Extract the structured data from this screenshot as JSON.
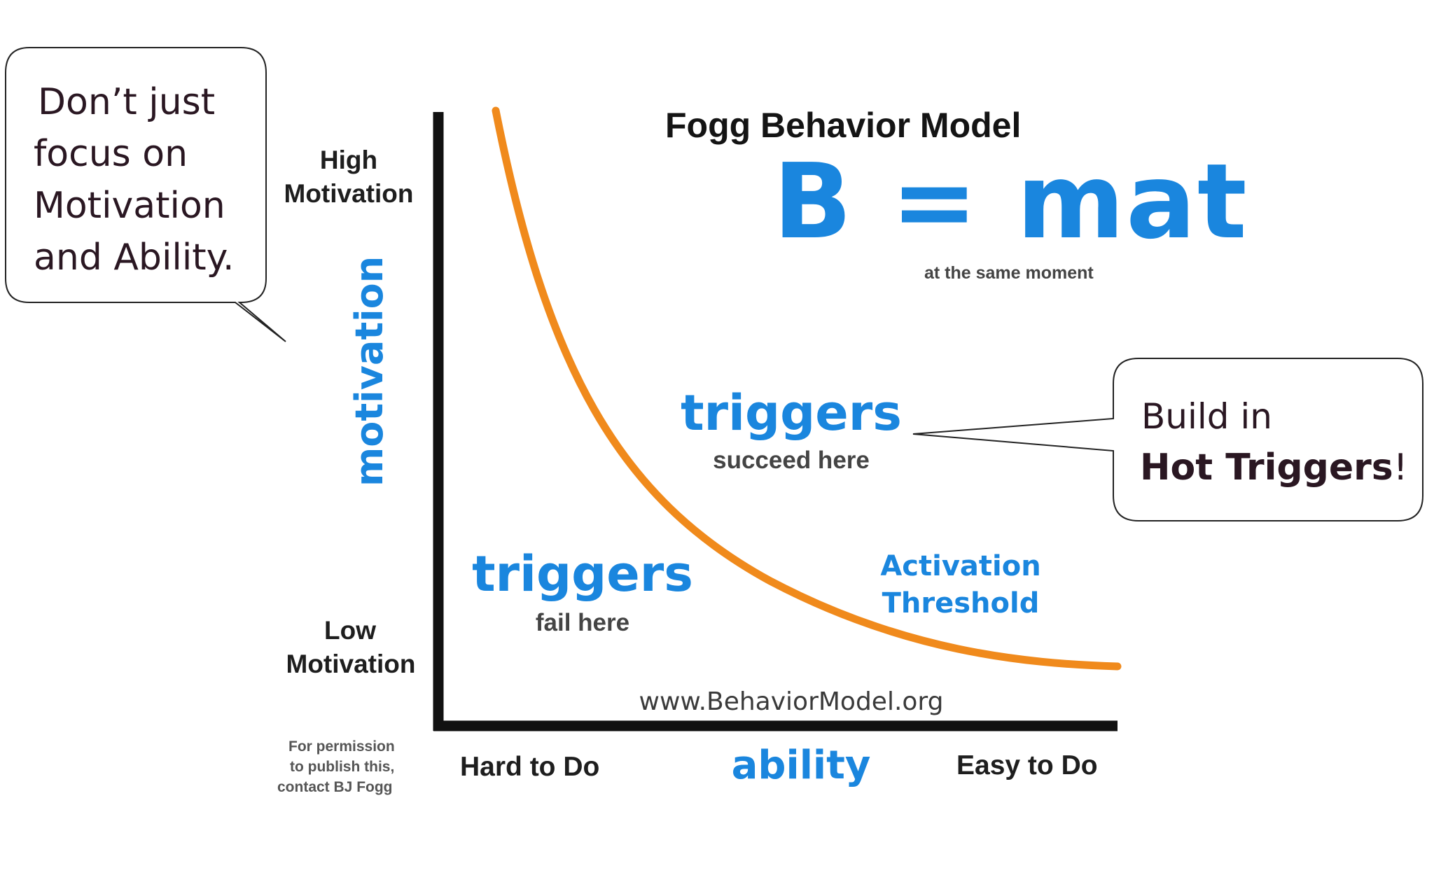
{
  "bubbles": {
    "left": {
      "lines": [
        "Don’t just",
        "focus on",
        "Motivation",
        "and Ability."
      ]
    },
    "right": {
      "line1": "Build in",
      "emphasis": "Hot Triggers",
      "suffix": "!"
    }
  },
  "model": {
    "title": "Fogg Behavior Model",
    "formula": "B = mat",
    "formula_note": "at the same moment",
    "y_axis_label": "motivation",
    "x_axis_label": "ability",
    "y_high": [
      "High",
      "Motivation"
    ],
    "y_low": [
      "Low",
      "Motivation"
    ],
    "x_left": "Hard to Do",
    "x_right": "Easy to Do",
    "triggers_upper": {
      "word": "triggers",
      "note": "succeed here"
    },
    "triggers_lower": {
      "word": "triggers",
      "note": "fail here"
    },
    "threshold": [
      "Activation",
      "Threshold"
    ],
    "website": "www.BehaviorModel.org",
    "permission": [
      "For permission",
      "to publish this,",
      "contact BJ Fogg"
    ]
  },
  "colors": {
    "curve": "#f08a1c",
    "accent_blue": "#1a86de",
    "axis": "#111111",
    "bubble_text": "#2a1722"
  }
}
